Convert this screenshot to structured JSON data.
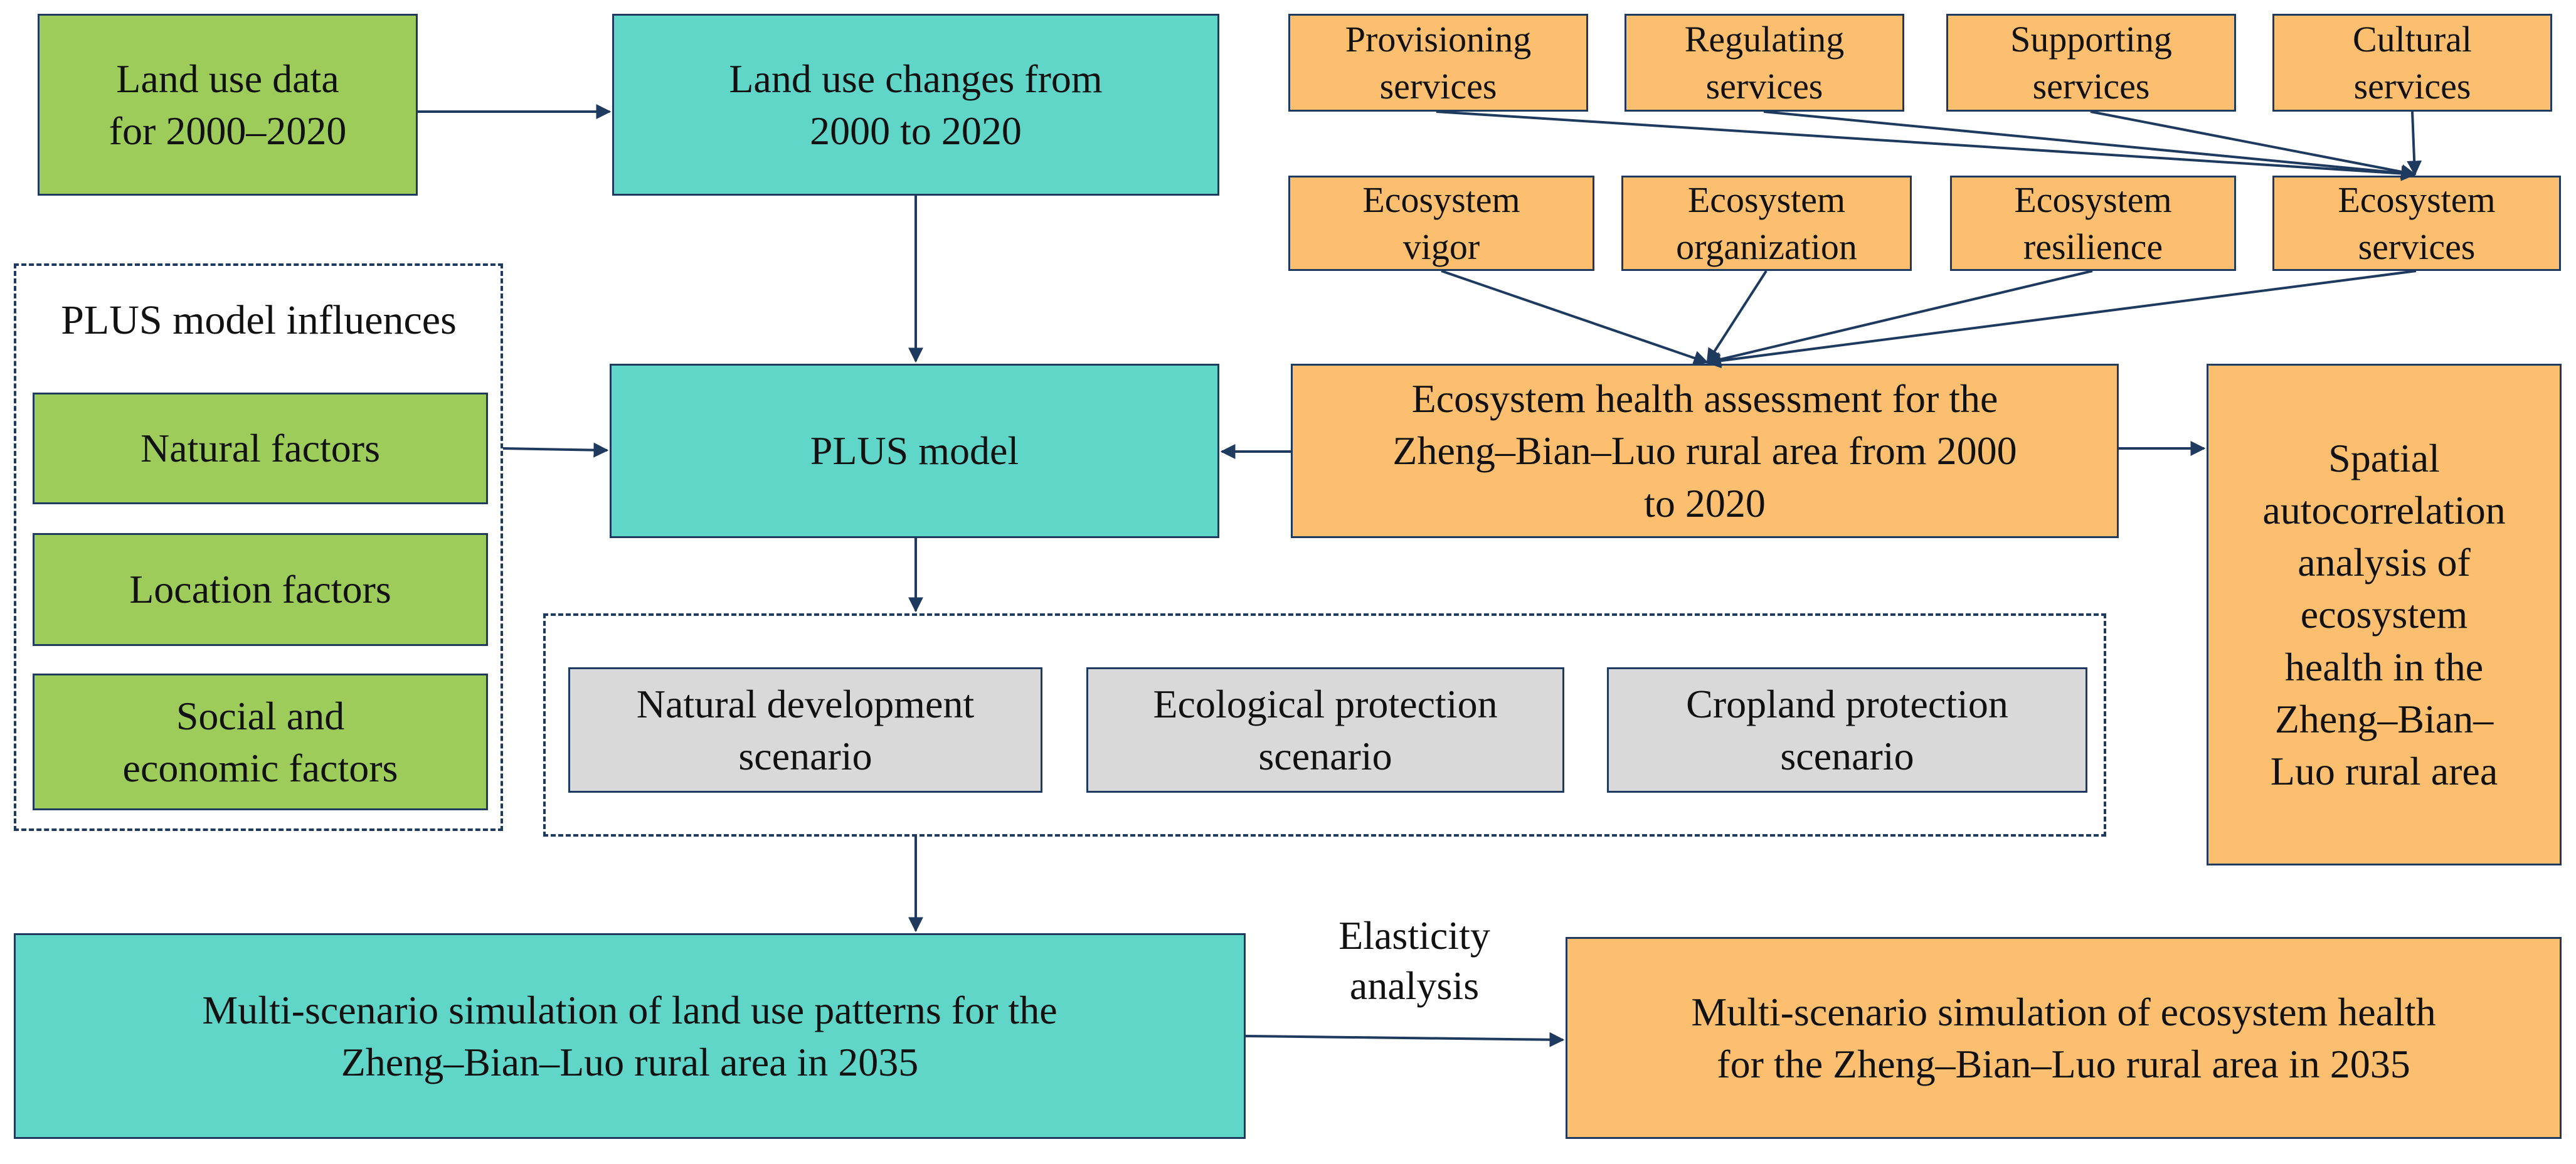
{
  "nodes": {
    "land_use_data": "Land use data\nfor 2000–2020",
    "land_use_changes": "Land use changes from\n2000 to 2020",
    "provisioning": "Provisioning\nservices",
    "regulating": "Regulating\nservices",
    "supporting": "Supporting\nservices",
    "cultural": "Cultural\nservices",
    "vigor": "Ecosystem\nvigor",
    "organization": "Ecosystem\norganization",
    "resilience": "Ecosystem\nresilience",
    "services": "Ecosystem\nservices",
    "plus_influences_title": "PLUS model influences",
    "natural_factors": "Natural factors",
    "location_factors": "Location factors",
    "social_factors": "Social and\neconomic factors",
    "plus_model": "PLUS model",
    "eh_assessment": "Ecosystem health assessment for the\nZheng–Bian–Luo rural area from 2000\nto 2020",
    "spatial": "Spatial\nautocorrelation\nanalysis of\necosystem\nhealth in the\nZheng–Bian–\nLuo rural area",
    "natural_dev": "Natural development\nscenario",
    "eco_protect": "Ecological protection\nscenario",
    "crop_protect": "Cropland protection\nscenario",
    "multi_land": "Multi-scenario simulation of land use patterns for  the\nZheng–Bian–Luo rural area in 2035",
    "multi_eh": "Multi-scenario simulation of  ecosystem health\nfor the Zheng–Bian–Luo rural area in 2035"
  },
  "edge_labels": {
    "elasticity": "Elasticity\nanalysis"
  },
  "colors": {
    "green": "#9dcc5a",
    "teal": "#5fd6c8",
    "orange": "#fcbf70",
    "gray": "#d9d9d9",
    "line": "#1f3a5f"
  }
}
